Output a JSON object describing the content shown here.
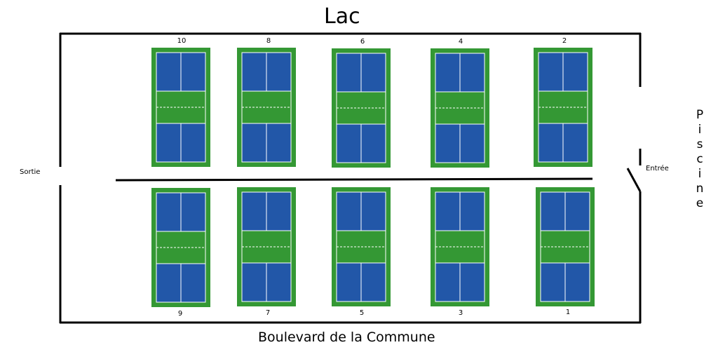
{
  "title_top": "Lac",
  "title_bottom": "Boulevard de la Commune",
  "exit_label": "Sortie",
  "entrance_label": "Entrée",
  "side_label_letters": [
    "P",
    "i",
    "s",
    "c",
    "i",
    "n",
    "e"
  ],
  "colors": {
    "court_surround": "#349834",
    "court_blue": "#2257a8",
    "court_kitchen": "#349834",
    "lines": "#ffffff",
    "boundary": "#000000"
  },
  "courts_top_row": [
    "10",
    "8",
    "6",
    "4",
    "2"
  ],
  "courts_bottom_row": [
    "9",
    "7",
    "5",
    "3",
    "1"
  ]
}
